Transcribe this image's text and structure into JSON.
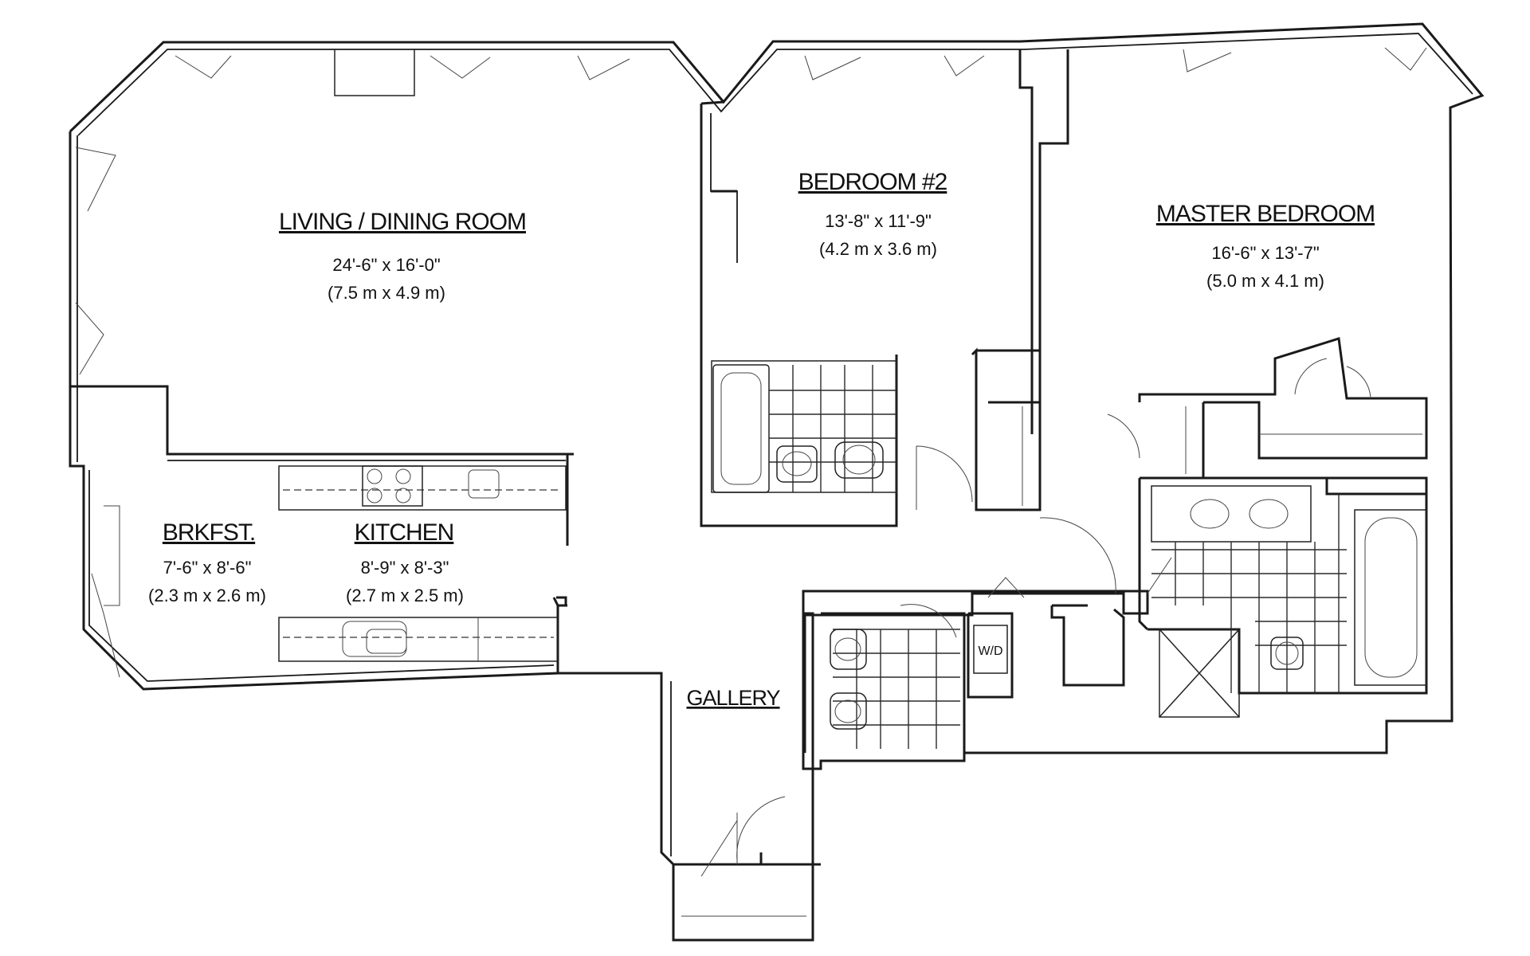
{
  "rooms": {
    "living": {
      "name": "LIVING / DINING ROOM",
      "dim_imperial": "24'-6\" x 16'-0\"",
      "dim_metric": "(7.5 m x 4.9 m)"
    },
    "bedroom2": {
      "name": "BEDROOM #2",
      "dim_imperial": "13'-8\" x 11'-9\"",
      "dim_metric": "(4.2 m x 3.6 m)"
    },
    "master": {
      "name": "MASTER BEDROOM",
      "dim_imperial": "16'-6\" x 13'-7\"",
      "dim_metric": "(5.0 m x 4.1 m)"
    },
    "breakfast": {
      "name": "BRKFST.",
      "dim_imperial": "7'-6\" x 8'-6\"",
      "dim_metric": "(2.3 m x 2.6 m)"
    },
    "kitchen": {
      "name": "KITCHEN",
      "dim_imperial": "8'-9\" x 8'-3\"",
      "dim_metric": "(2.7 m x 2.5 m)"
    },
    "gallery": {
      "name": "GALLERY"
    }
  },
  "fixtures": {
    "washer_dryer": "W/D"
  }
}
